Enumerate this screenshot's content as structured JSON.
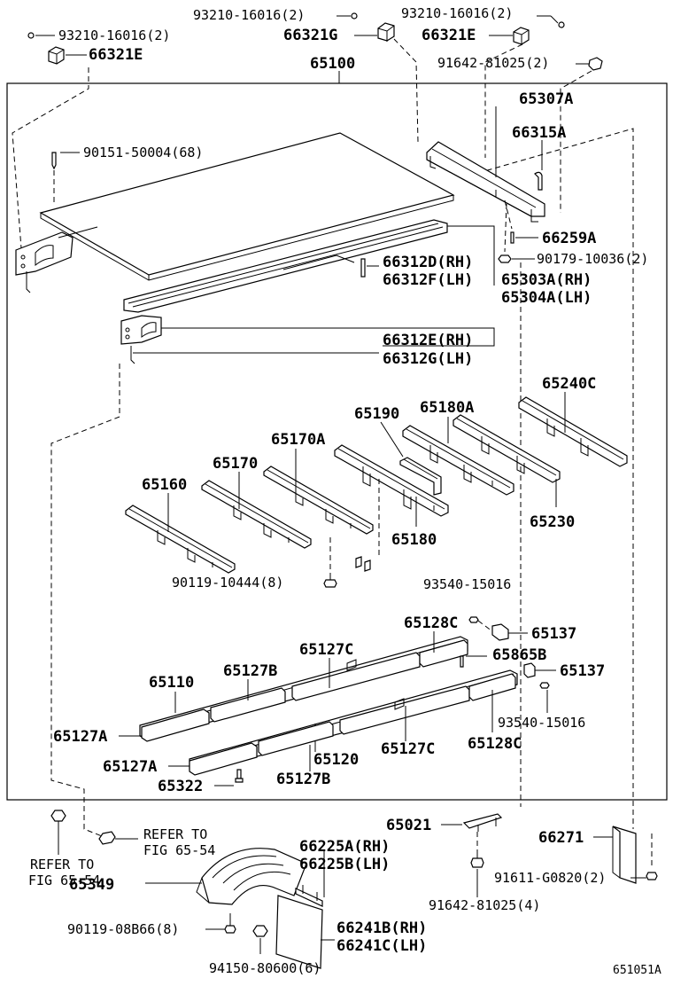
{
  "labels": {
    "p93210_mid": "93210-16016(2)",
    "p93210_right": "93210-16016(2)",
    "p93210_left": "93210-16016(2)",
    "p66321G": "66321G",
    "p66321E_right": "66321E",
    "p66321E_left": "66321E",
    "p65100": "65100",
    "p91642_top": "91642-81025(2)",
    "p65307A": "65307A",
    "p66315A": "66315A",
    "p90151": "90151-50004(68)",
    "p66259A": "66259A",
    "p90179": "90179-10036(2)",
    "p66312D": "66312D(RH)",
    "p66312F": "66312F(LH)",
    "p65303A": "65303A(RH)",
    "p65304A": "65304A(LH)",
    "p66312E": "66312E(RH)",
    "p66312G": "66312G(LH)",
    "p65240C": "65240C",
    "p65190": "65190",
    "p65180A": "65180A",
    "p65170A": "65170A",
    "p65170": "65170",
    "p65160": "65160",
    "p65230": "65230",
    "p65180": "65180",
    "p90119_10444": "90119-10444(8)",
    "p93540_top": "93540-15016",
    "p65128C_top": "65128C",
    "p65137_top": "65137",
    "p65865B": "65865B",
    "p65127C_top": "65127C",
    "p65137_mid": "65137",
    "p65110": "65110",
    "p65127B_top": "65127B",
    "p93540_bottom": "93540-15016",
    "p65127A_1": "65127A",
    "p65127C_bottom": "65127C",
    "p65128C_bottom": "65128C",
    "p65120": "65120",
    "p65127A_2": "65127A",
    "p65322": "65322",
    "p65127B_bottom": "65127B",
    "p65021": "65021",
    "p66271": "66271",
    "refer1_a": "REFER TO",
    "refer1_b": "FIG 65-54",
    "refer2_a": "REFER TO",
    "refer2_b": "FIG 65-54",
    "p66225A": "66225A(RH)",
    "p66225B": "66225B(LH)",
    "p65349": "65349",
    "p91611": "91611-G0820(2)",
    "p91642_bottom": "91642-81025(4)",
    "p90119_08B66": "90119-08B66(8)",
    "p66241B": "66241B(RH)",
    "p66241C": "66241C(LH)",
    "p94150": "94150-80600(6)",
    "figure_id": "651051A"
  }
}
